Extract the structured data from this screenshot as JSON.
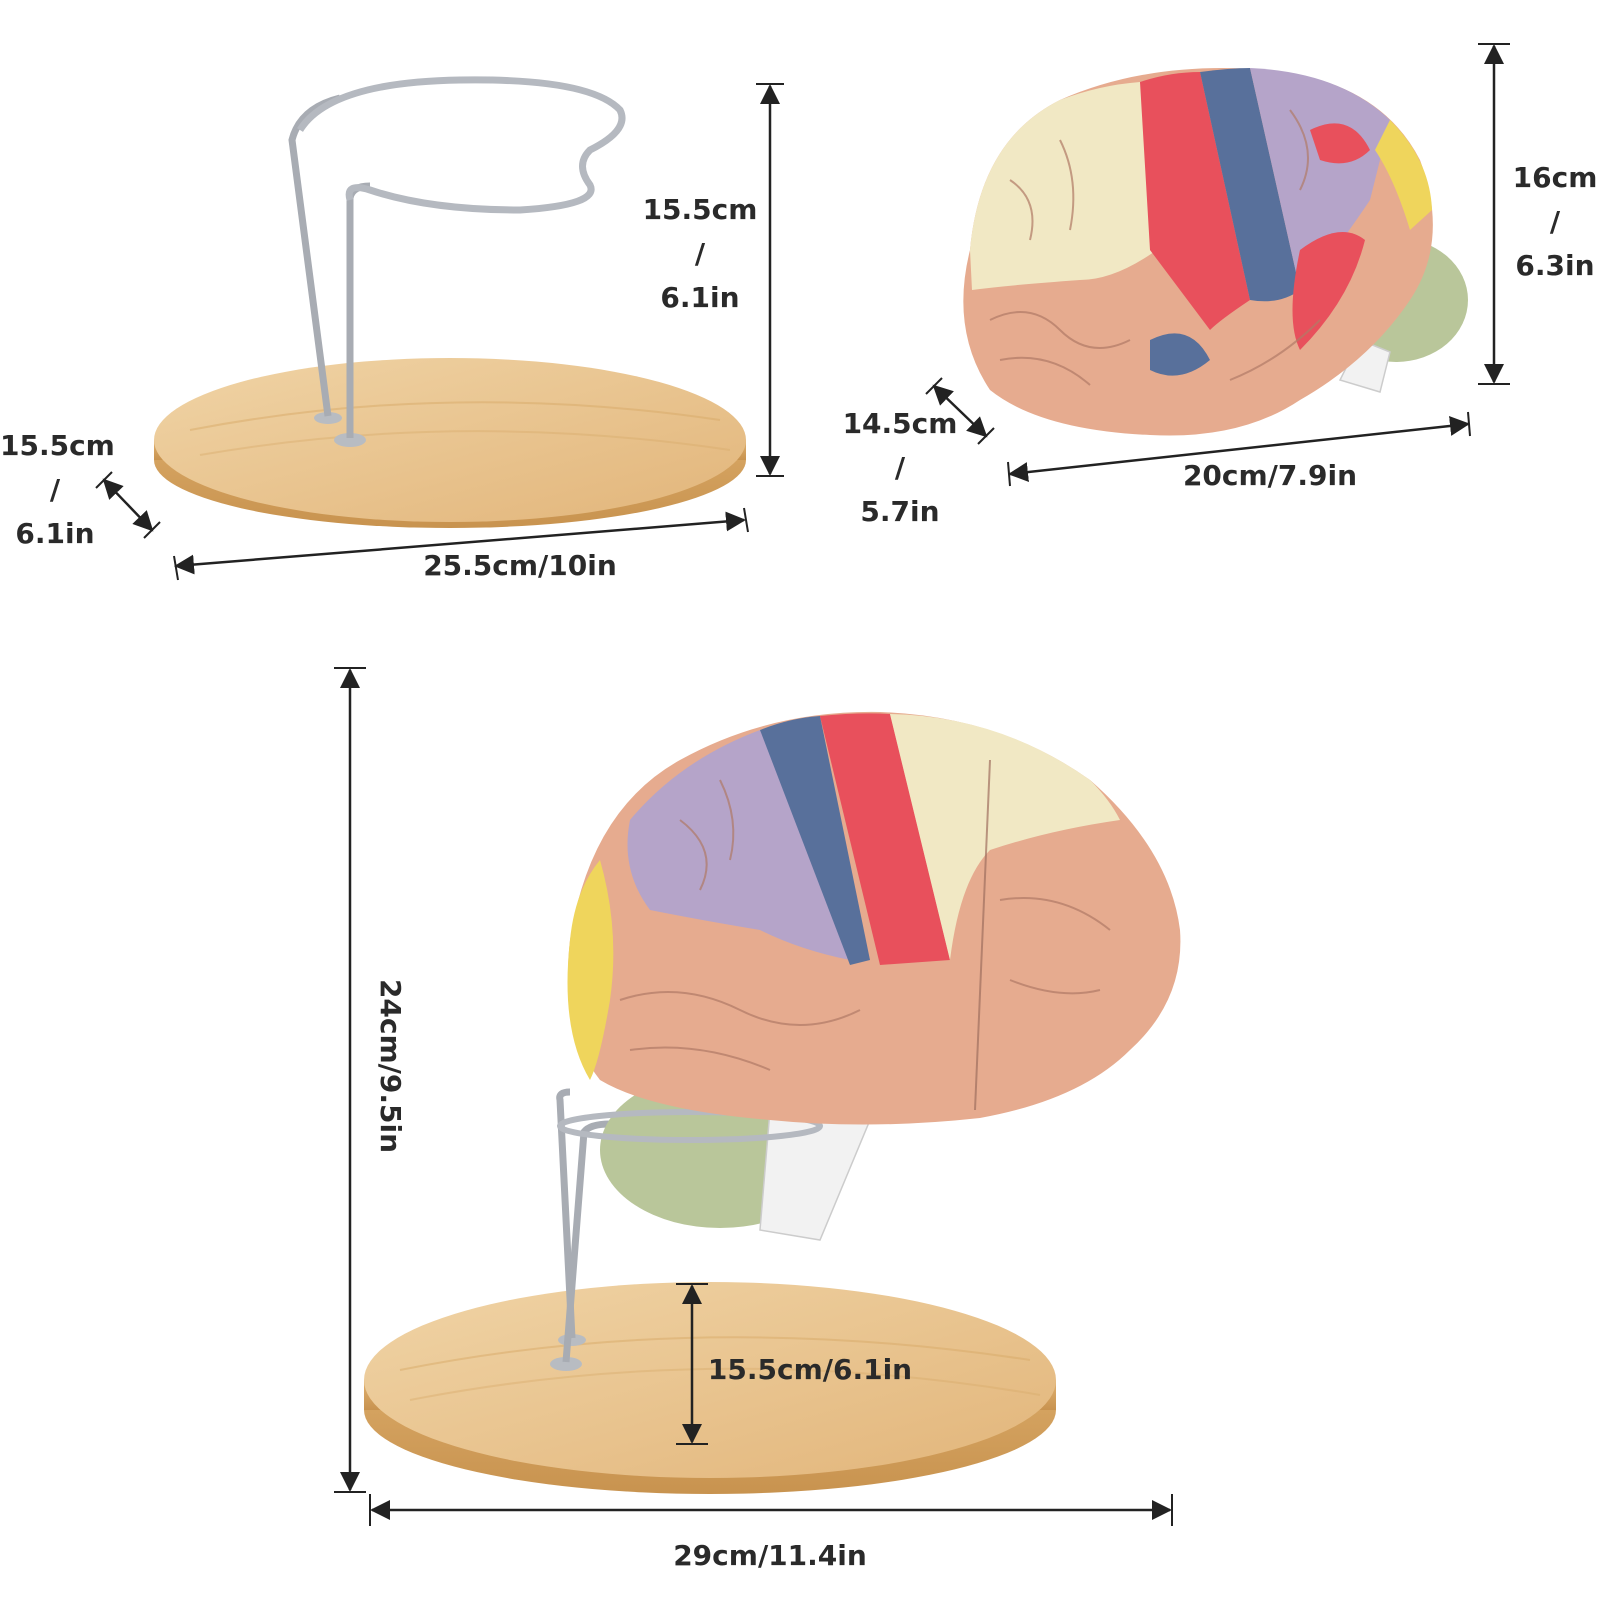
{
  "colors": {
    "background": "#ffffff",
    "wood_top": "#e8c48f",
    "wood_edge": "#d9a865",
    "metal": "#c9ccd1",
    "dimension_line": "#222222",
    "region_frontal": "#f1e8c4",
    "region_temporal": "#e6ab8f",
    "region_parietal": "#b5a4c9",
    "region_motor": "#e8505c",
    "region_sensory": "#58709b",
    "region_occipital": "#efd55c",
    "region_cerebellum": "#b9c69a",
    "region_brainstem": "#f2f2f2"
  },
  "icons": {
    "stand": "wire-stand-with-wooden-base",
    "brain_side": "colored-brain-model-side-view",
    "brain_on_stand": "colored-brain-model-on-stand",
    "arrow": "double-headed-dimension-arrow"
  },
  "stand_view": {
    "height": [
      "15.5cm",
      "/",
      "6.1in"
    ],
    "depth": [
      "15.5cm",
      "/",
      "6.1in"
    ],
    "width": "25.5cm/10in"
  },
  "brain_view": {
    "height": [
      "16cm",
      "/",
      "6.3in"
    ],
    "depth": [
      "14.5cm",
      "/",
      "5.7in"
    ],
    "width": "20cm/7.9in"
  },
  "assembled_view": {
    "height": "24cm/9.5in",
    "base_depth": "15.5cm/6.1in",
    "width": "29cm/11.4in"
  }
}
